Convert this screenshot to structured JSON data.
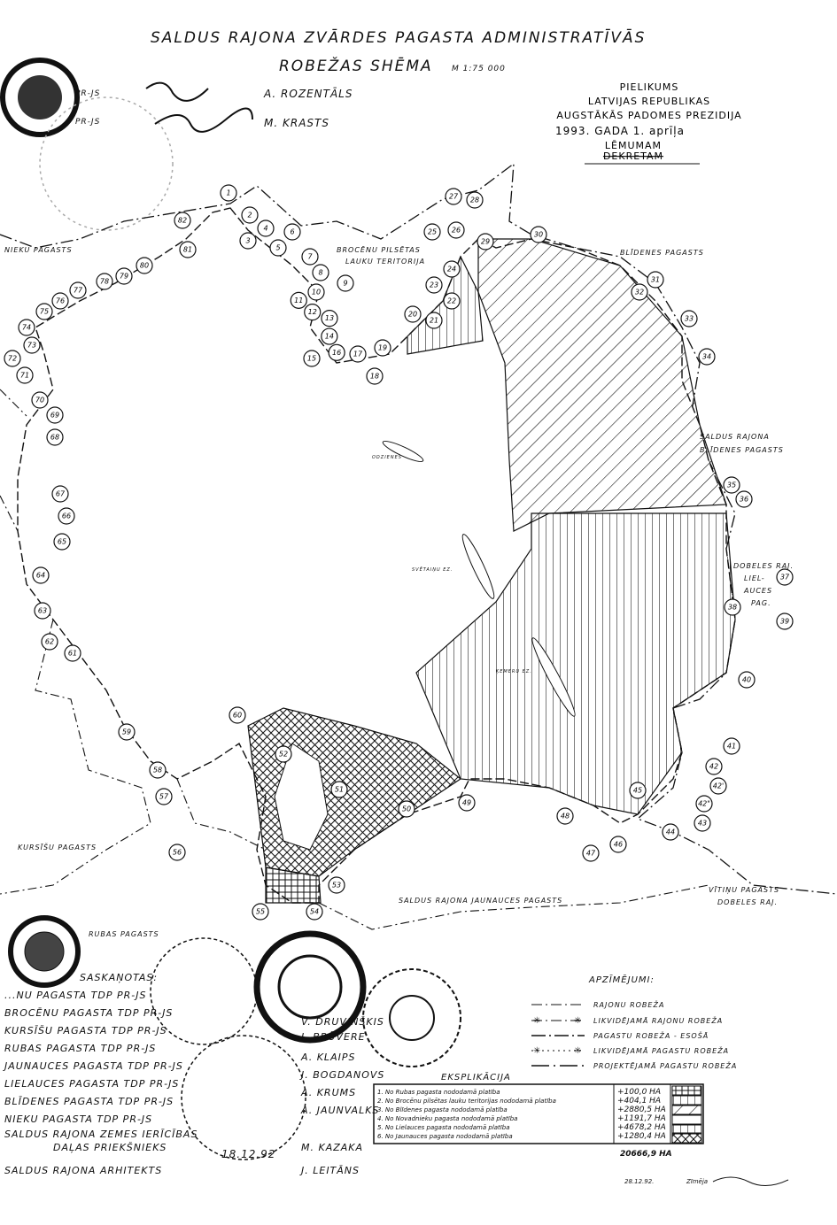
{
  "title": {
    "line1": "SALDUS RAJONA ZVĀRDES PAGASTA ADMINISTRATĪVĀS",
    "line2": "ROBEŽAS SHĒMA",
    "scale": "M 1:75 000"
  },
  "approvals_top": [
    {
      "role": "PR-JS",
      "name": "A. ROZENTĀLS"
    },
    {
      "role": "PR-JS",
      "name": "M. KRASTS"
    }
  ],
  "appendix": {
    "line1": "PIELIKUMS",
    "line2": "LATVIJAS REPUBLIKAS",
    "line3": "AUGSTĀKĀS PADOMES PREZIDIJA",
    "line4": "1993. GADA 1. aprīļa",
    "line5": "LĒMUMAM",
    "line6_struck": "DEKRETAM"
  },
  "region_labels": {
    "nieku": "NIEKU PAGASTS",
    "brocenu1": "BROCĒNU PILSĒTAS",
    "brocenu2": "LAUKU TERITORIJA",
    "blidenes": "BLĪDENES PAGASTS",
    "saldus_blidenes1": "SALDUS RAJONA",
    "saldus_blidenes2": "BLĪDENES PAGASTS",
    "dobeles1": "DOBELES RAJ.",
    "dobeles2": "LIEL-",
    "dobeles3": "AUCES",
    "dobeles4": "PAG.",
    "vitinu1": "VĪTIŅU PAGASTS",
    "vitinu2": "DOBELES RAJ.",
    "jaunauces": "SALDUS RAJONA JAUNAUCES PAGASTS",
    "kursisu": "KURSĪŠU PAGASTS",
    "rubas": "RUBAS PAGASTS",
    "lake1": "ODZIENES",
    "lake2": "SVĒTAIŅU EZ.",
    "lake3": "ĶEMERU EZ."
  },
  "point_numbers": [
    "1",
    "2",
    "3",
    "4",
    "5",
    "6",
    "7",
    "8",
    "9",
    "10",
    "11",
    "12",
    "13",
    "14",
    "15",
    "16",
    "17",
    "18",
    "19",
    "20",
    "21",
    "22",
    "23",
    "24",
    "25",
    "26",
    "27",
    "28",
    "29",
    "30",
    "31",
    "32",
    "33",
    "34",
    "35",
    "36",
    "37",
    "38",
    "39",
    "40",
    "41",
    "42",
    "42'",
    "42\"",
    "43",
    "44",
    "45",
    "46",
    "47",
    "48",
    "49",
    "50",
    "51",
    "52",
    "53",
    "54",
    "55",
    "56",
    "57",
    "58",
    "59",
    "60",
    "61",
    "62",
    "63",
    "64",
    "65",
    "66",
    "67",
    "68",
    "69",
    "70",
    "71",
    "72",
    "73",
    "74",
    "75",
    "76",
    "77",
    "78",
    "79",
    "80",
    "81",
    "82"
  ],
  "legend": {
    "title": "APZĪMĒJUMI:",
    "items": [
      "RAJONU ROBEŽA",
      "LIKVIDĒJAMĀ RAJONU ROBEŽA",
      "PAGASTU ROBEŽA - ESOŠĀ",
      "LIKVIDĒJAMĀ PAGASTU ROBEŽA",
      "PROJEKTĒJAMĀ PAGASTU ROBEŽA"
    ]
  },
  "explication": {
    "title": "EKSPLIKĀCIJA",
    "rows": [
      {
        "text": "1. No Rubas pagasta nododamā platība",
        "value": "+100,0 HA"
      },
      {
        "text": "2. No Brocēnu pilsētas lauku teritorijas nododamā platība",
        "value": "+404,1 HA"
      },
      {
        "text": "3. No Blīdenes pagasta nododamā platība",
        "value": "+2880,5 HA"
      },
      {
        "text": "4. No Novadnieku pagasta nododamā platība",
        "value": "+1191,7 HA"
      },
      {
        "text": "5. No Lielauces pagasta nododamā platība",
        "value": "+4678,2 HA"
      },
      {
        "text": "6. No Jaunauces pagasta nododamā platība",
        "value": "+1280,4 HA"
      }
    ],
    "total": "20666,9 HA",
    "date": "28.12.92.",
    "drafter": "Zīmēja"
  },
  "agreements": {
    "header": "SASKAŅOTAS:",
    "rows": [
      {
        "org": "...NU PAGASTA TDP PR-JS",
        "name": ""
      },
      {
        "org": "BROCĒNU PAGASTA TDP PR-JS",
        "name": "V. DRUVINŠKIS"
      },
      {
        "org": "KURSĪŠU PAGASTA TDP PR-JS",
        "name": "I. BRŪVERE"
      },
      {
        "org": "RUBAS PAGASTA TDP PR-JS",
        "name": "A. KLAIPS"
      },
      {
        "org": "JAUNAUCES PAGASTA TDP PR-JS",
        "name": "J. BOGDANOVS"
      },
      {
        "org": "LIELAUCES PAGASTA TDP PR-JS",
        "name": "A. KRUMS"
      },
      {
        "org": "BLĪDENES PAGASTA TDP PR-JS",
        "name": "A. JAUNVALKS"
      },
      {
        "org": "NIEKU PAGASTA TDP PR-JS",
        "name": ""
      }
    ],
    "land_dept1": "SALDUS RAJONA ZEMES IERĪCĪBAS",
    "land_dept2": "DAĻAS PRIEKŠNIEKS",
    "land_dept_name": "M. KAZAKA",
    "land_dept_date": "18.12.92",
    "architect": "SALDUS RAJONA ARHITEKTS",
    "architect_name": "J. LEITĀNS"
  },
  "colors": {
    "ink": "#111111",
    "paper": "#ffffff"
  }
}
